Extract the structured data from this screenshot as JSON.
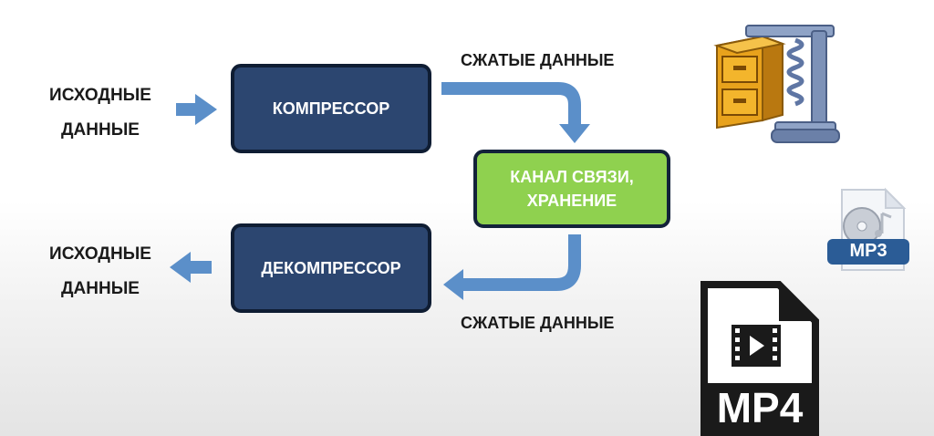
{
  "input": {
    "line1": "ИСХОДНЫЕ",
    "line2": "ДАННЫЕ"
  },
  "output": {
    "line1": "ИСХОДНЫЕ",
    "line2": "ДАННЫЕ"
  },
  "compressor": {
    "label": "КОМПРЕССОР"
  },
  "decompressor": {
    "label": "ДЕКОМПРЕССОР"
  },
  "channel": {
    "line1": "КАНАЛ СВЯЗИ,",
    "line2": "ХРАНЕНИЕ"
  },
  "compressed_top": "СЖАТЫЕ ДАННЫЕ",
  "compressed_bottom": "СЖАТЫЕ ДАННЫЕ",
  "icons": {
    "archiver": "winzip-archive-icon",
    "mp3": {
      "name": "mp3-file-icon",
      "badge": "MP3"
    },
    "mp4": {
      "name": "mp4-file-icon",
      "badge": "MP4"
    }
  },
  "colors": {
    "process_box": "#2c4670",
    "process_border": "#0f1d33",
    "channel_box": "#8fd14f",
    "arrow": "#5b8fc9",
    "mp3_badge": "#2b5c96",
    "mp4_body": "#1a1a1a"
  }
}
